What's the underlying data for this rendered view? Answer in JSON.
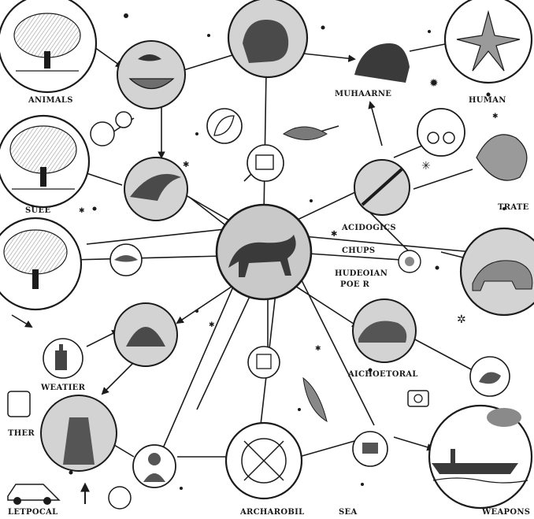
{
  "labels": {
    "animals": "ANIMALS",
    "muhaarne": "MUHAARNE",
    "human": "HUMAN",
    "suee": "SUEE",
    "trate": "TRATE",
    "acidogics": "ACIDOGICS",
    "chups": "CHUPS",
    "hudeoian": "HUDEOIAN",
    "poe_r": "POE R",
    "weatier": "WEATIER",
    "aichoetoral": "AICHOETORAL",
    "ther": "THER",
    "letpocal": "LETPOCAL",
    "archarobil": "ARCHAROBIL",
    "sea": "SEA",
    "weapons": "WEAPONS"
  },
  "colors": {
    "ink": "#1b1b1b",
    "node_fill": "#c9c9c9",
    "paper": "#ffffff"
  },
  "icons": [
    "tree-icon",
    "bird-icon",
    "bear-icon",
    "cat-icon",
    "starfish-icon",
    "leaf-icon",
    "fish-icon",
    "rifle-icon",
    "coral-icon",
    "bear-silhouette-icon",
    "warrior-icon",
    "feather-icon",
    "ship-icon",
    "car-icon",
    "compass-icon",
    "scissors-icon",
    "coin-icon",
    "camera-icon",
    "figure-icon",
    "hand-icon"
  ]
}
